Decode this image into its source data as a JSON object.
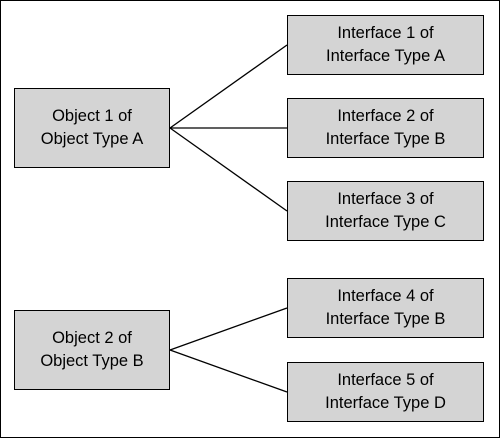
{
  "objects": [
    {
      "line1": "Object 1 of",
      "line2": "Object Type A"
    },
    {
      "line1": "Object 2 of",
      "line2": "Object Type B"
    }
  ],
  "interfaces": [
    {
      "line1": "Interface 1 of",
      "line2": "Interface Type A"
    },
    {
      "line1": "Interface 2 of",
      "line2": "Interface Type B"
    },
    {
      "line1": "Interface 3 of",
      "line2": "Interface Type C"
    },
    {
      "line1": "Interface 4 of",
      "line2": "Interface Type B"
    },
    {
      "line1": "Interface 5 of",
      "line2": "Interface Type D"
    }
  ],
  "colors": {
    "box_fill": "#d4d4d4",
    "box_border": "#000000",
    "line": "#000000",
    "background": "#ffffff"
  }
}
